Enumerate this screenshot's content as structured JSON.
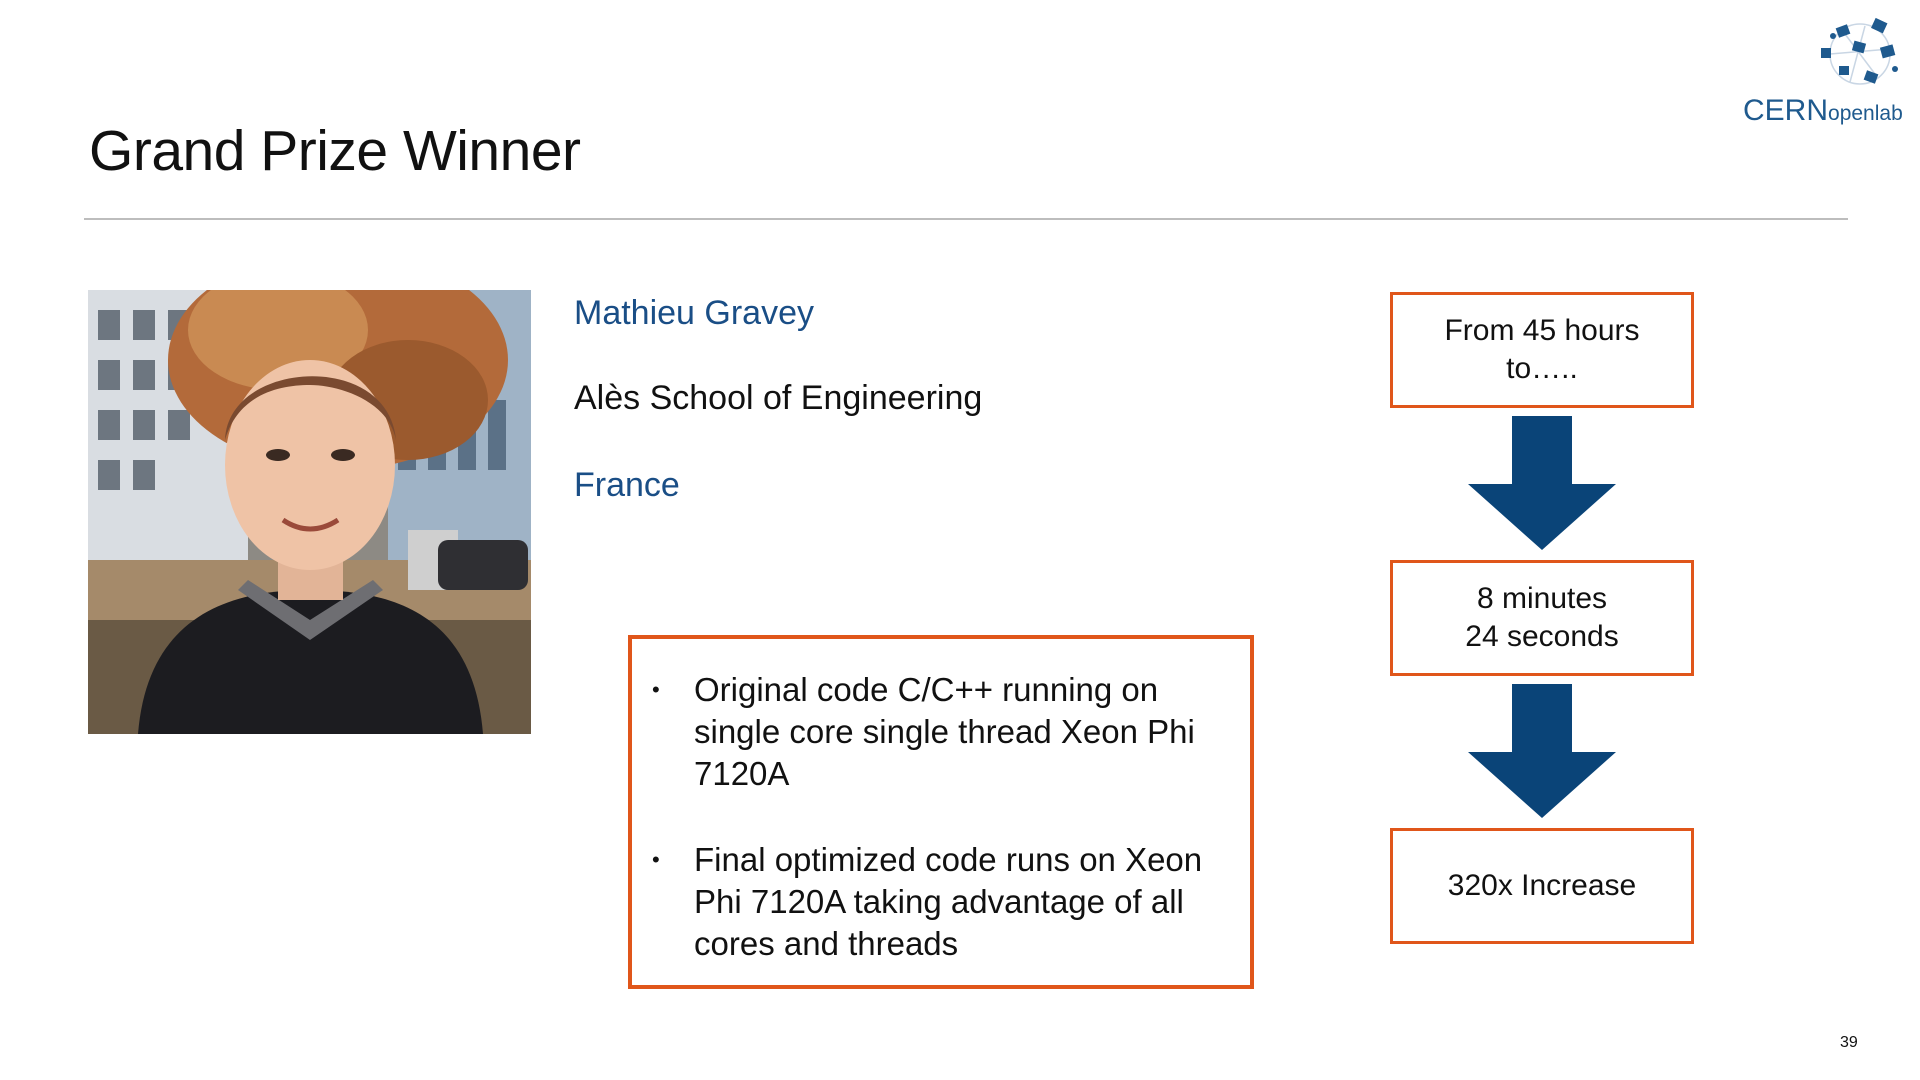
{
  "slide": {
    "title": "Grand Prize Winner",
    "page_number": "39"
  },
  "logo": {
    "cern": "CERN",
    "openlab": "openlab",
    "color": "#1f5a8e"
  },
  "winner": {
    "name": "Mathieu Gravey",
    "school": "Alès School of Engineering",
    "country": "France"
  },
  "bullets": [
    "Original code C/C++ running on single core single thread  Xeon Phi 7120A",
    "Final optimized code runs on Xeon Phi 7120A taking advantage of all cores and threads"
  ],
  "flow": {
    "step1": "From 45 hours\nto…..",
    "step2": "8 minutes\n24 seconds",
    "step3": "320x Increase",
    "arrow_icon": "down-arrow-icon",
    "arrow_color": "#0a4478",
    "box_border_color": "#e0561a"
  }
}
